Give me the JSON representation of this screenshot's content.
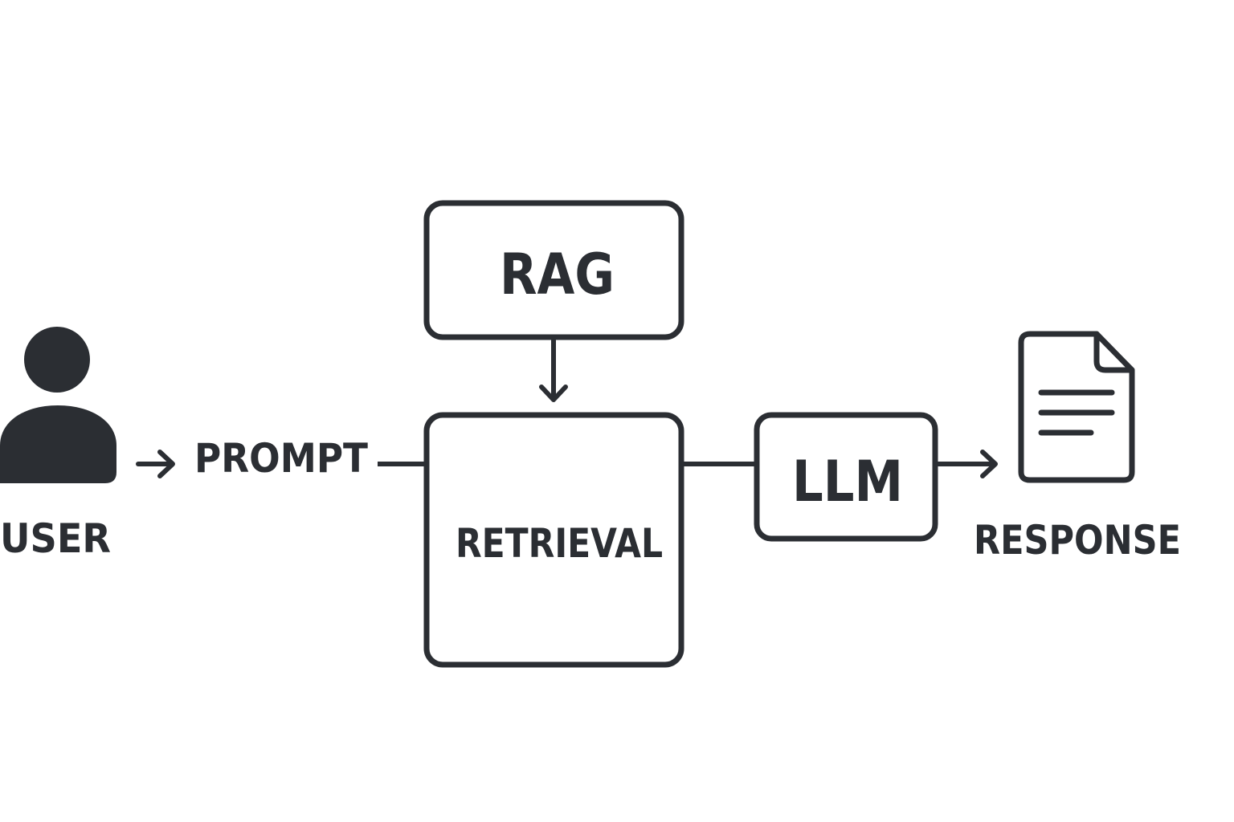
{
  "diagram": {
    "nodes": {
      "user": {
        "label": "USER",
        "icon": "user-icon"
      },
      "prompt": {
        "label": "PROMPT"
      },
      "rag": {
        "label": "RAG"
      },
      "retrieval": {
        "label": "RETRIEVAL"
      },
      "llm": {
        "label": "LLM"
      },
      "response": {
        "label": "RESPONSE",
        "icon": "document-icon"
      }
    },
    "edges": [
      {
        "from": "user",
        "to": "prompt",
        "arrow": true
      },
      {
        "from": "prompt",
        "to": "retrieval",
        "arrow": false
      },
      {
        "from": "rag",
        "to": "retrieval",
        "arrow": true
      },
      {
        "from": "retrieval",
        "to": "llm",
        "arrow": false
      },
      {
        "from": "llm",
        "to": "response",
        "arrow": true
      }
    ]
  },
  "colors": {
    "ink": "#2b2e33",
    "background": "#ffffff"
  }
}
